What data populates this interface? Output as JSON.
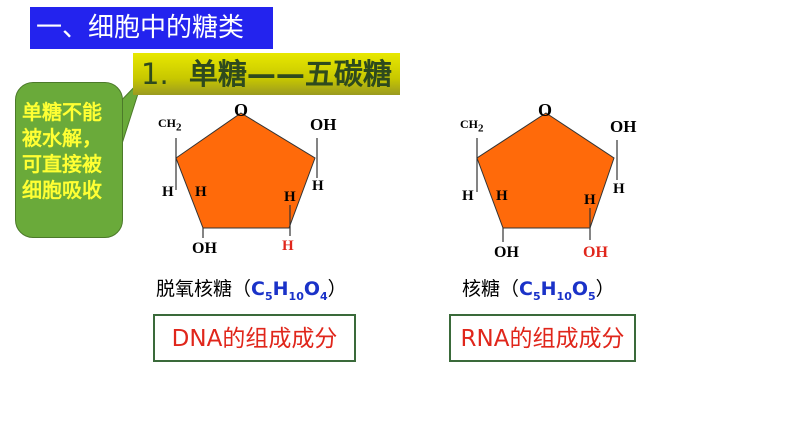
{
  "title": "一、细胞中的糖类",
  "subtitle": {
    "number": "1.",
    "text": "单糖——五碳糖"
  },
  "callout": {
    "lines": [
      "单糖不能",
      "被水解，",
      "可直接被",
      "细胞吸收"
    ]
  },
  "deoxyribose": {
    "atoms": {
      "o": "O",
      "ch2": "CH",
      "ch2_sub": "2",
      "oh_right": "OH",
      "h_right": "H",
      "h_left_outer": "H",
      "h_left_inner": "H",
      "h_right_inner": "H",
      "oh_bottom": "OH",
      "h_bottom_red": "H"
    },
    "name": "脱氧核糖",
    "open": "（",
    "formula": {
      "c": "C",
      "c_n": "5",
      "h": "H",
      "h_n": "10",
      "o": "O",
      "o_n": "4"
    },
    "close": "）",
    "component": "DNA的组成成分"
  },
  "ribose": {
    "atoms": {
      "o": "O",
      "ch2": "CH",
      "ch2_sub": "2",
      "oh_right": "OH",
      "h_right": "H",
      "h_left_outer": "H",
      "h_left_inner": "H",
      "h_right_inner": "H",
      "oh_bottom": "OH",
      "oh_bottom_red": "OH"
    },
    "name": "核糖",
    "open": "（",
    "formula": {
      "c": "C",
      "c_n": "5",
      "h": "H",
      "h_n": "10",
      "o": "O",
      "o_n": "5"
    },
    "close": "）",
    "component": "RNA的组成成分"
  },
  "colors": {
    "pentagon": "#ff6a0a",
    "title_bg": "#2323ee",
    "callout_bg": "#6aaa3a",
    "red": "#e0261b",
    "formula": "#1a32c8"
  }
}
